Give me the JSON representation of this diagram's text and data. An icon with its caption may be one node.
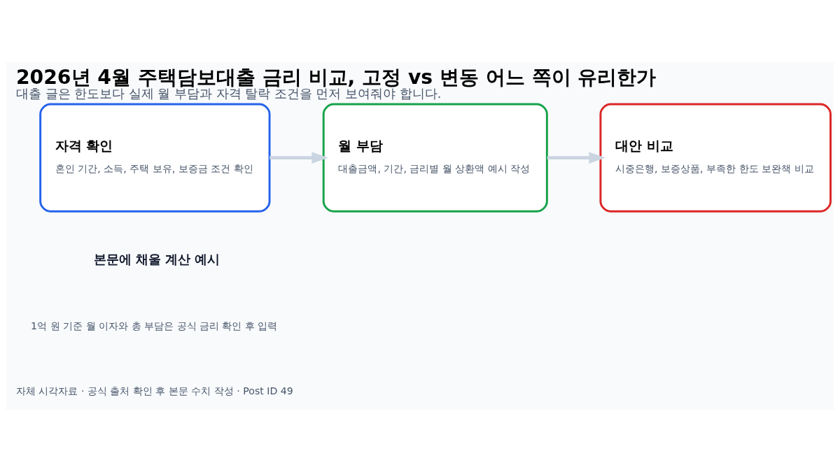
{
  "diagram": {
    "title": "2026년 4월 주택담보대출 금리 비교, 고정 vs 변동 어느 쪽이 유리한가",
    "caption": "대출 글은 한도보다 실제 월 부담과 자격 탈락 조건을 먼저 보여줘야 합니다.",
    "nodes": [
      {
        "text": [
          "자격 확인",
          "혼인 기간, 소득, 주택 보유, 보증금 조건 확인"
        ]
      },
      {
        "text": [
          "월 부담",
          "대출금액, 기간, 금리별 월 상환액 예시 작성"
        ]
      },
      {
        "text": [
          "대안 비교",
          "시중은행, 보증상품, 부족한 한도 보완책 비교"
        ]
      }
    ],
    "edges": [
      {
        "from": 0,
        "to": 1,
        "arrow": "to"
      },
      {
        "from": 1,
        "to": 2,
        "arrow": "to"
      }
    ],
    "labels": [
      "본문에 채울 계산 예시",
      "1억 원 기준 월 이자와 총 부담은 공식 금리 확인 후 입력",
      "자체 시각자료 · 공식 출처 확인 후 본문 수치 작성 · Post ID 49"
    ]
  }
}
